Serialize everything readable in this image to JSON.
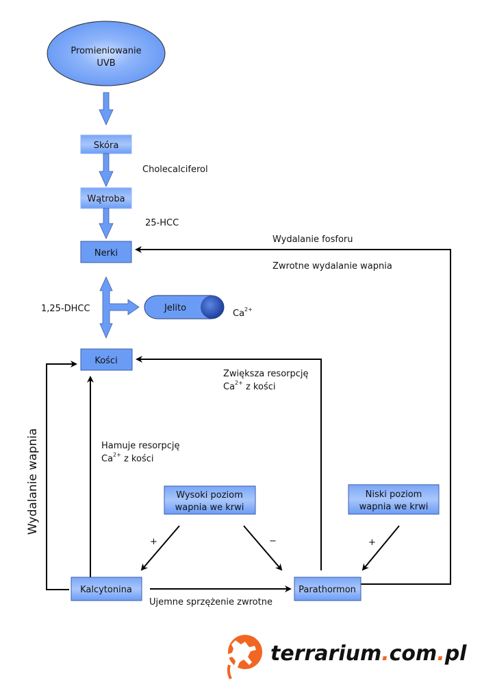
{
  "nodes": {
    "uvb": {
      "line1": "Promieniowanie",
      "line2": "UVB"
    },
    "skora": "Skóra",
    "watroba": "Wątroba",
    "nerki": "Nerki",
    "jelito": "Jelito",
    "kosci": "Kości",
    "wysoki": {
      "line1": "Wysoki poziom",
      "line2": "wapnia we krwi"
    },
    "niski": {
      "line1": "Niski poziom",
      "line2": "wapnia we krwi"
    },
    "kalcytonina": "Kalcytonina",
    "parathormon": "Parathormon"
  },
  "labels": {
    "cholecalciferol": "Cholecalciferol",
    "hcc25": "25-HCC",
    "dhcc": "1,25-DHCC",
    "ca_base": "Ca",
    "ca_sup": "2+",
    "wydalanie_fosforu": "Wydalanie fosforu",
    "zwrotne_wydalanie": "Zwrotne wydalanie wapnia",
    "zwieksza_line1": "Zwiększa resorpcję",
    "zwieksza_line2_base": "Ca",
    "zwieksza_line2_sup": "2+",
    "zwieksza_line2_rest": " z kości",
    "hamuje_line1": "Hamuje resorpcję",
    "hamuje_line2_base": "Ca",
    "hamuje_line2_sup": "2+",
    "hamuje_line2_rest": " z kości",
    "wydalanie_wapnia": "Wydalanie wapnia",
    "plus_left": "+",
    "minus": "−",
    "plus_right": "+",
    "ujemne": "Ujemne sprzężenie zwrotne"
  },
  "logo": {
    "part1": "terrarium",
    "dot1": ".",
    "part2": "com",
    "dot2": ".",
    "part3": "pl"
  },
  "colors": {
    "node_fill": "#6b9cf5",
    "node_glow": "#ddeaff",
    "node_border": "#3a5da8",
    "arrow_fill": "#6b9cf5",
    "logo_orange": "#f26522"
  }
}
